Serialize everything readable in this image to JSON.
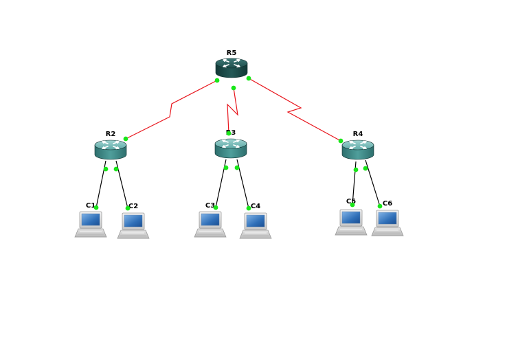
{
  "topology": {
    "routers": [
      {
        "id": "r5",
        "label": "R5",
        "core": true
      },
      {
        "id": "r2",
        "label": "R2",
        "core": false
      },
      {
        "id": "r3",
        "label": "R3",
        "core": false
      },
      {
        "id": "r4",
        "label": "R4",
        "core": false
      }
    ],
    "computers": [
      {
        "id": "c1",
        "label": "C1"
      },
      {
        "id": "c2",
        "label": "C2"
      },
      {
        "id": "c3",
        "label": "C3"
      },
      {
        "id": "c4",
        "label": "C4"
      },
      {
        "id": "c5",
        "label": "C5"
      },
      {
        "id": "c6",
        "label": "C6"
      }
    ],
    "serial_links": [
      {
        "from": "r5",
        "to": "r2"
      },
      {
        "from": "r5",
        "to": "r3"
      },
      {
        "from": "r5",
        "to": "r4"
      }
    ],
    "ethernet_links": [
      {
        "from": "r2",
        "to": "c1"
      },
      {
        "from": "r2",
        "to": "c2"
      },
      {
        "from": "r3",
        "to": "c3"
      },
      {
        "from": "r3",
        "to": "c4"
      },
      {
        "from": "r4",
        "to": "c5"
      },
      {
        "from": "r4",
        "to": "c6"
      }
    ]
  },
  "colors": {
    "serial_link": "#e8141b",
    "ethernet_link": "#000000",
    "port_up": "#19e619",
    "router_core": "#1d4d4b",
    "router_edge": "#3f8c8a"
  },
  "icons": {
    "router": "router-icon",
    "computer": "computer-icon"
  }
}
